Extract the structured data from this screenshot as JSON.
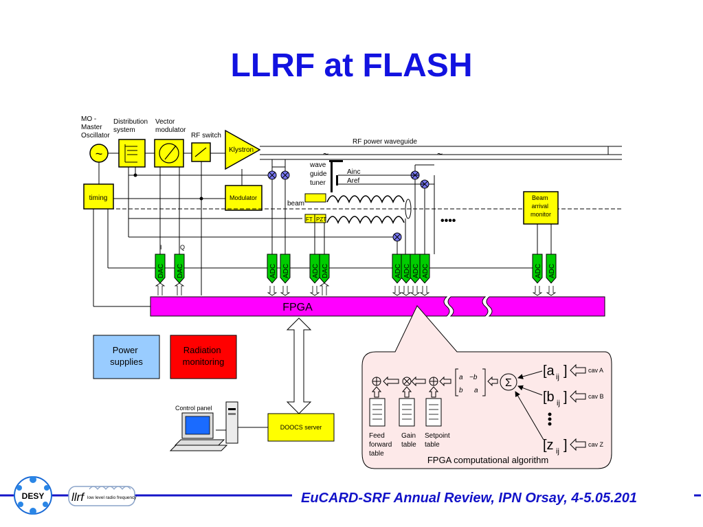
{
  "title": "LLRF at FLASH",
  "footer": "EuCARD-SRF Annual Review, IPN Orsay, 4-5.05.201",
  "logos": {
    "desy": "DESY",
    "llrf": "llrf",
    "llrf_caption": "low level radio frequency"
  },
  "labels": {
    "mo": [
      "MO -",
      "Master",
      "Oscillator"
    ],
    "distribution": [
      "Distribution",
      "system"
    ],
    "vector": [
      "Vector",
      "modulator"
    ],
    "rf_switch": "RF switch",
    "klystron": "Klystron",
    "waveguide": "RF power waveguide",
    "tuner": [
      "wave",
      "guide",
      "tuner"
    ],
    "ainc": "Ainc",
    "aref": "Aref",
    "beam": "beam",
    "ft": "FT",
    "pzt": "PZT",
    "timing": "timing",
    "modulator": "Modulator",
    "beam_monitor": [
      "Beam",
      "arrival",
      "monitor"
    ],
    "i": "I",
    "q": "Q",
    "dac": "DAC",
    "adc": "ADC",
    "dots": "••••",
    "fpga": "FPGA",
    "power": [
      "Power",
      "supplies"
    ],
    "radiation": [
      "Radiation",
      "monitoring"
    ],
    "control_panel": "Control panel",
    "doocs": "DOOCS server",
    "feed": [
      "Feed",
      "forward",
      "table"
    ],
    "gain": [
      "Gain",
      "table"
    ],
    "setpoint": [
      "Setpoint",
      "table"
    ],
    "fpga_algo": "FPGA computational algorithm",
    "matrix": [
      "a",
      "−b",
      "b",
      "a"
    ],
    "sigma": "Σ",
    "coef_a": "[a",
    "coef_b": "[b",
    "coef_z": "[z",
    "ij": "ij",
    "bracket_close": "]",
    "cav_a": "cav A",
    "cav_b": "cav B",
    "cav_z": "cav Z",
    "tilde": "~"
  },
  "colors": {
    "title": "#1212e0",
    "yellow": "#ffff00",
    "green": "#00cc00",
    "magenta": "#ff00ff",
    "power": "#99ccff",
    "radiation": "#ff0000",
    "bubble": "#fde9e9"
  }
}
